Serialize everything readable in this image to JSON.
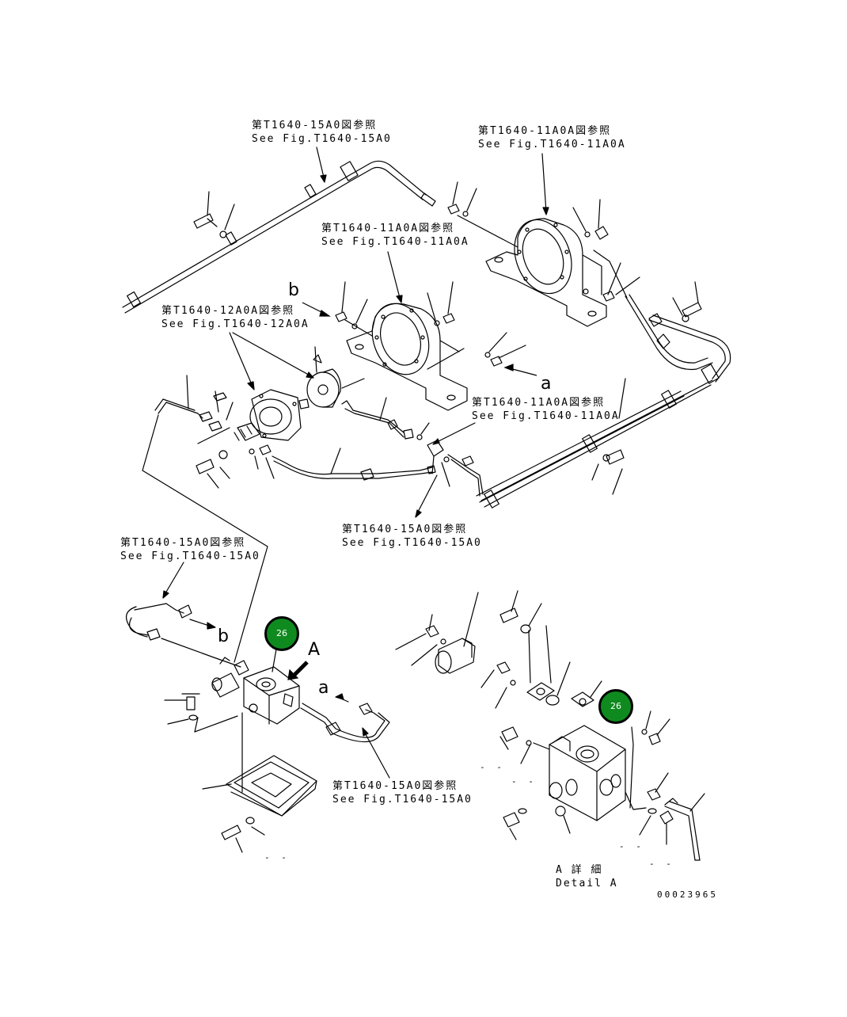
{
  "references": [
    {
      "jp": "第T1640-15A0図参照",
      "en": "See Fig.T1640-15A0"
    },
    {
      "jp": "第T1640-11A0A図参照",
      "en": "See Fig.T1640-11A0A"
    },
    {
      "jp": "第T1640-11A0A図参照",
      "en": "See Fig.T1640-11A0A"
    },
    {
      "jp": "第T1640-12A0A図参照",
      "en": "See Fig.T1640-12A0A"
    },
    {
      "jp": "第T1640-11A0A図参照",
      "en": "See Fig.T1640-11A0A"
    },
    {
      "jp": "第T1640-15A0図参照",
      "en": "See Fig.T1640-15A0"
    },
    {
      "jp": "第T1640-15A0図参照",
      "en": "See Fig.T1640-15A0"
    },
    {
      "jp": "第T1640-15A0図参照",
      "en": "See Fig.T1640-15A0"
    }
  ],
  "letters": [
    "b",
    "a",
    "b",
    "A",
    "a"
  ],
  "badges": [
    "26",
    "26"
  ],
  "detail": {
    "jp": "A 詳 細",
    "en": "Detail A"
  },
  "drawing_code": "00023965",
  "dash_marks": [
    "- -",
    "- -",
    "- -",
    "- -",
    "- -"
  ],
  "colors": {
    "badge": "#0f8a1f",
    "line": "#000000"
  }
}
